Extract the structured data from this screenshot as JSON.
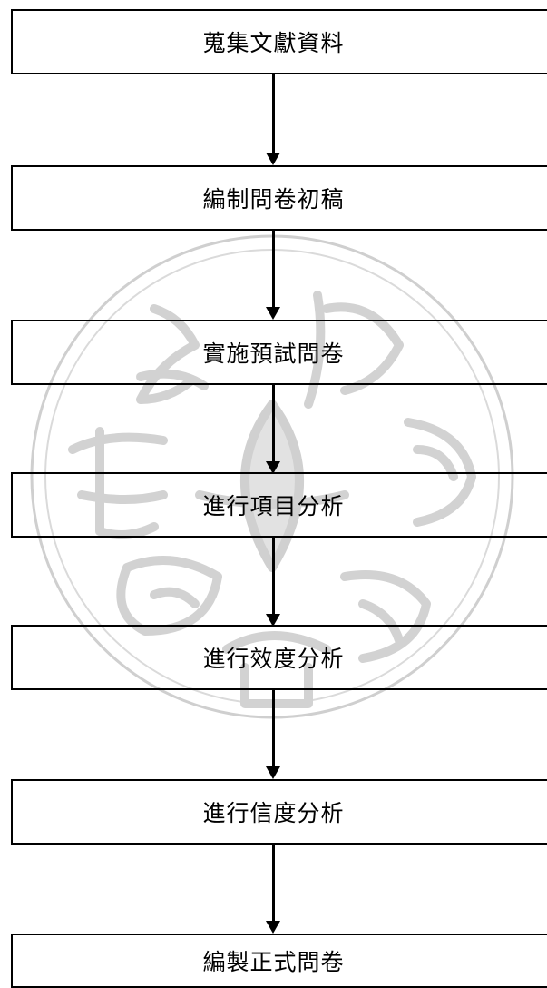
{
  "flowchart": {
    "steps": [
      {
        "label": "蒐集文獻資料"
      },
      {
        "label": "編制問卷初稿"
      },
      {
        "label": "實施預試問卷"
      },
      {
        "label": "進行項目分析"
      },
      {
        "label": "進行效度分析"
      },
      {
        "label": "進行信度分析"
      },
      {
        "label": "編製正式問卷"
      }
    ]
  },
  "watermark": {
    "description_icon": "university-seal-watermark",
    "color": "#c8c8c8"
  },
  "colors": {
    "border": "#000000",
    "text": "#000000",
    "background": "#ffffff"
  }
}
